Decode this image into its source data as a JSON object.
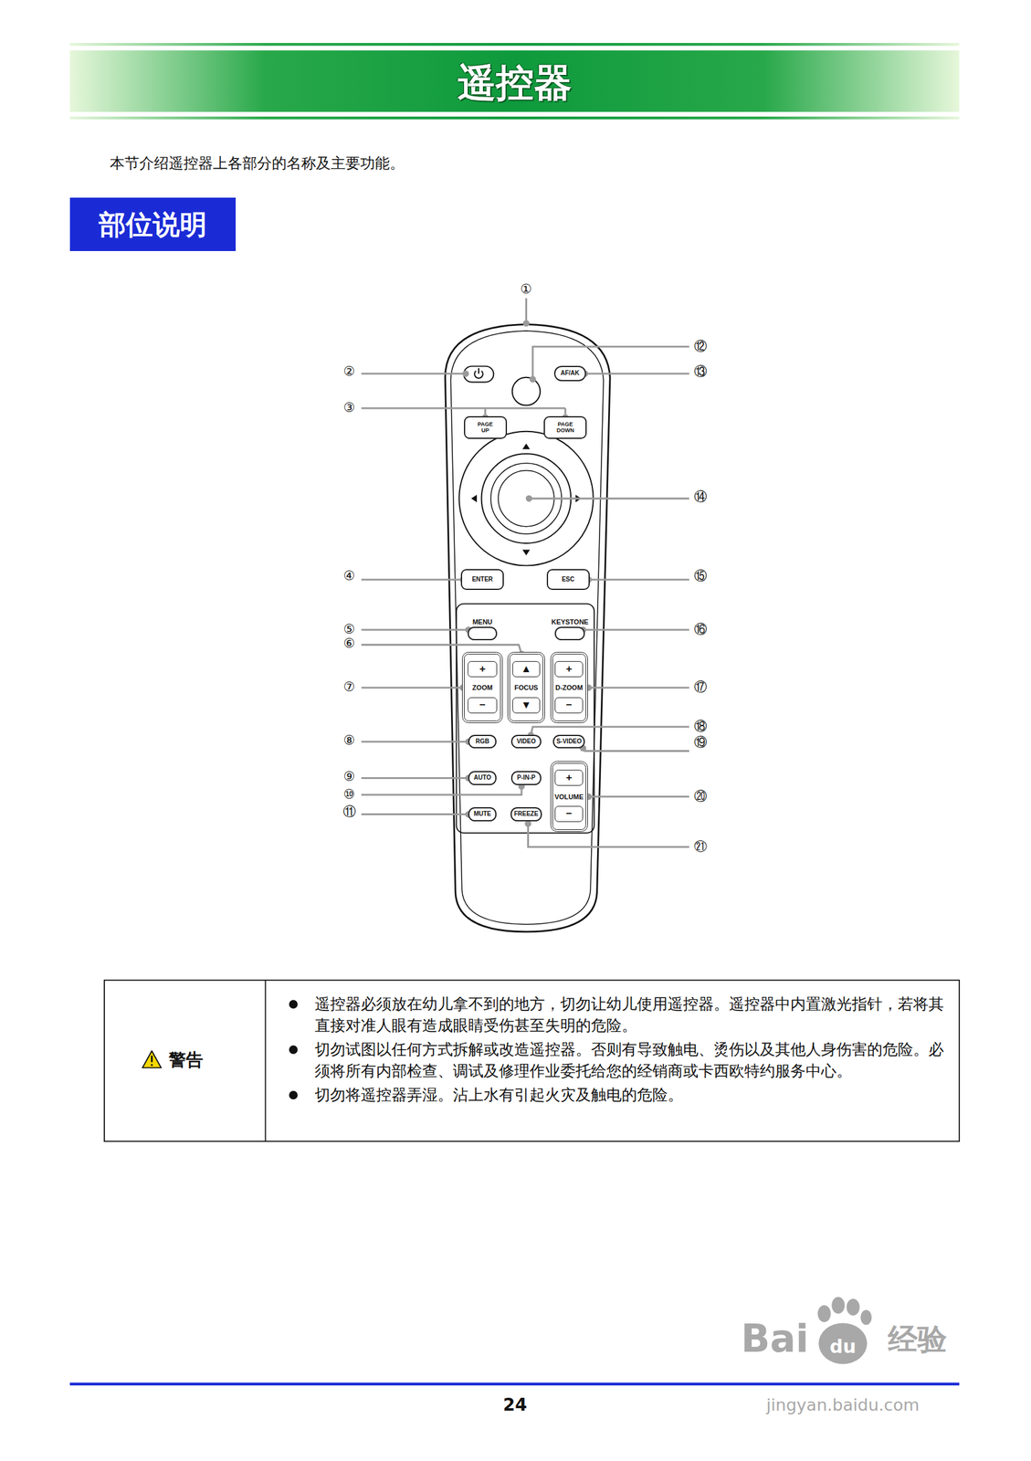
{
  "diagram": {
    "title": "遥控器",
    "nodes": [
      {
        "text": [
          "部位说明"
        ]
      },
      {
        "text": [
          "AF/AK"
        ]
      },
      {
        "text": [
          "PAGE UP"
        ]
      },
      {
        "text": [
          "PAGE DOWN"
        ]
      },
      {
        "text": [
          "ENTER"
        ]
      },
      {
        "text": [
          "ESC"
        ]
      },
      {
        "text": [
          "MENU"
        ]
      },
      {
        "text": [
          "KEYSTONE"
        ]
      },
      {
        "text": [
          "ZOOM"
        ]
      },
      {
        "text": [
          "+"
        ],
        "in": 8
      },
      {
        "text": [
          "−"
        ],
        "in": 8
      },
      {
        "text": [
          "FOCUS"
        ]
      },
      {
        "text": [
          "▲"
        ],
        "in": 11
      },
      {
        "text": [
          "▼"
        ],
        "in": 11
      },
      {
        "text": [
          "D-ZOOM"
        ]
      },
      {
        "text": [
          "+"
        ],
        "in": 14
      },
      {
        "text": [
          "−"
        ],
        "in": 14
      },
      {
        "text": [
          "RGB"
        ]
      },
      {
        "text": [
          "VIDEO"
        ]
      },
      {
        "text": [
          "S-VIDEO"
        ]
      },
      {
        "text": [
          "AUTO"
        ]
      },
      {
        "text": [
          "P-IN-P"
        ]
      },
      {
        "text": [
          "VOLUME"
        ]
      },
      {
        "text": [
          "+"
        ],
        "in": 22
      },
      {
        "text": [
          "−"
        ],
        "in": 22
      },
      {
        "text": [
          "MUTE"
        ]
      },
      {
        "text": [
          "FREEZE"
        ]
      }
    ],
    "labels": [
      "本节介绍遥控器上各部分的名称及主要功能。",
      "①",
      "②",
      "③",
      "④",
      "⑤",
      "⑥",
      "⑦",
      "⑧",
      "⑨",
      "⑩",
      "⑪",
      "⑫",
      "⑬",
      "⑭",
      "⑮",
      "⑯",
      "⑰",
      "⑱",
      "⑲",
      "⑳",
      "㉑",
      "警告",
      "遥控器必须放在幼儿拿不到的地方，切勿让幼儿使用遥控器。遥控器中内置激光指针，若将其直接对准人眼有造成眼睛受伤甚至失明的危险。",
      "切勿试图以任何方式拆解或改造遥控器。否则有导致触电、烫伤以及其他人身伤害的危险。必须将所有内部检查、调试及修理作业委托给您的经销商或卡西欧特约服务中心。",
      "切勿将遥控器弄湿。沾上水有引起火灾及触电的危险。",
      "24",
      "Bai",
      "du",
      "经验",
      "jingyan.baidu.com"
    ]
  }
}
